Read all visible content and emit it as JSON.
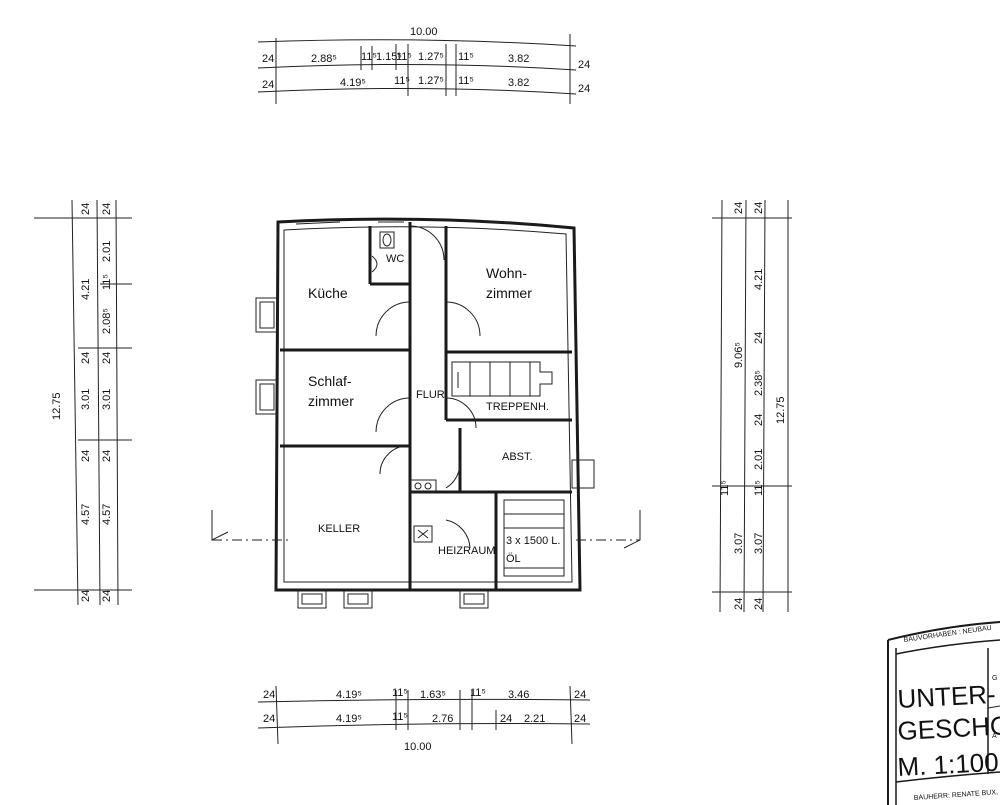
{
  "rooms": {
    "kitchen": "Küche",
    "living1": "Wohn-",
    "living2": "zimmer",
    "bedroom1": "Schlaf-",
    "bedroom2": "zimmer",
    "wc": "WC",
    "hall": "FLUR",
    "stairs": "TREPPENH.",
    "storage": "ABST.",
    "cellar": "KELLER",
    "boiler": "HEIZRAUM",
    "tank1": "3 x 1500 L.",
    "tank2": "ÖL"
  },
  "dims_top": {
    "total": "10.00",
    "r1": [
      "24",
      "2.88⁵",
      "11⁵",
      "1.15⁵",
      "11⁵",
      "1.27⁵",
      "11⁵",
      "3.82",
      "24"
    ],
    "r2": [
      "24",
      "4.19⁵",
      "11⁵",
      "1.27⁵",
      "11⁵",
      "3.82",
      "24"
    ]
  },
  "dims_bottom": {
    "total": "10.00",
    "r1": [
      "24",
      "4.19⁵",
      "11⁵",
      "1.63⁵",
      "11⁵",
      "3.46",
      "24"
    ],
    "r2": [
      "24",
      "4.19⁵",
      "11⁵",
      "2.76",
      "24",
      "2.21",
      "24"
    ]
  },
  "dims_left": {
    "total": "12.75",
    "a": [
      "24",
      "4.21",
      "24",
      "3.01",
      "24",
      "4.57",
      "24"
    ],
    "b": [
      "24",
      "2.01",
      "11⁵",
      "2.08⁵",
      "24",
      "3.01",
      "24",
      "4.57",
      "24"
    ]
  },
  "dims_right": {
    "total": "12.75",
    "a": [
      "24",
      "9.06⁵",
      "11⁵",
      "3.07",
      "24"
    ],
    "b": [
      "24",
      "4.21",
      "24",
      "2.38⁵",
      "24",
      "2.01",
      "11⁵",
      "3.07",
      "24"
    ]
  },
  "title_block": {
    "header": "BAUVORHABEN : NEUBAU",
    "line1": "UNTER-",
    "line2": "GESCHOSS",
    "scale": "M. 1:100",
    "client": "BAUHERR: RENATE BUX,",
    "cell1": "G",
    "cell2": "A"
  }
}
